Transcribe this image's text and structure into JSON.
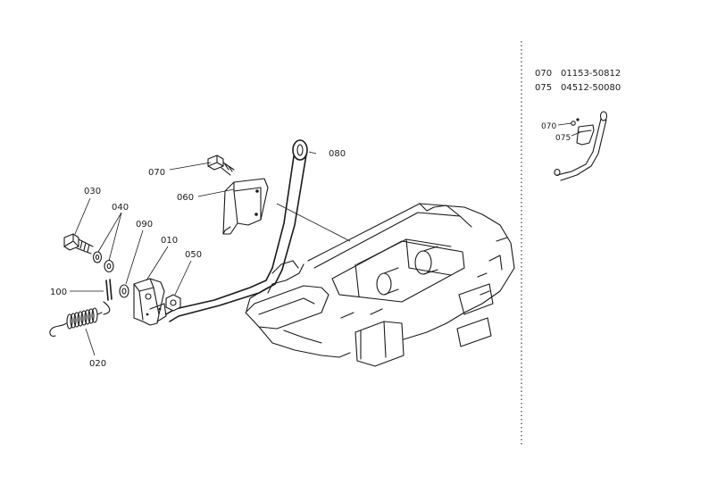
{
  "callouts": {
    "c010": "010",
    "c020": "020",
    "c030": "030",
    "c040": "040",
    "c050": "050",
    "c060": "060",
    "c070": "070",
    "c080": "080",
    "c090": "090",
    "c100": "100"
  },
  "parts_list": [
    {
      "ref": "070",
      "part_no": "01153-50812"
    },
    {
      "ref": "075",
      "part_no": "04512-50080"
    }
  ],
  "inset": {
    "c070": "070",
    "c075": "075"
  }
}
